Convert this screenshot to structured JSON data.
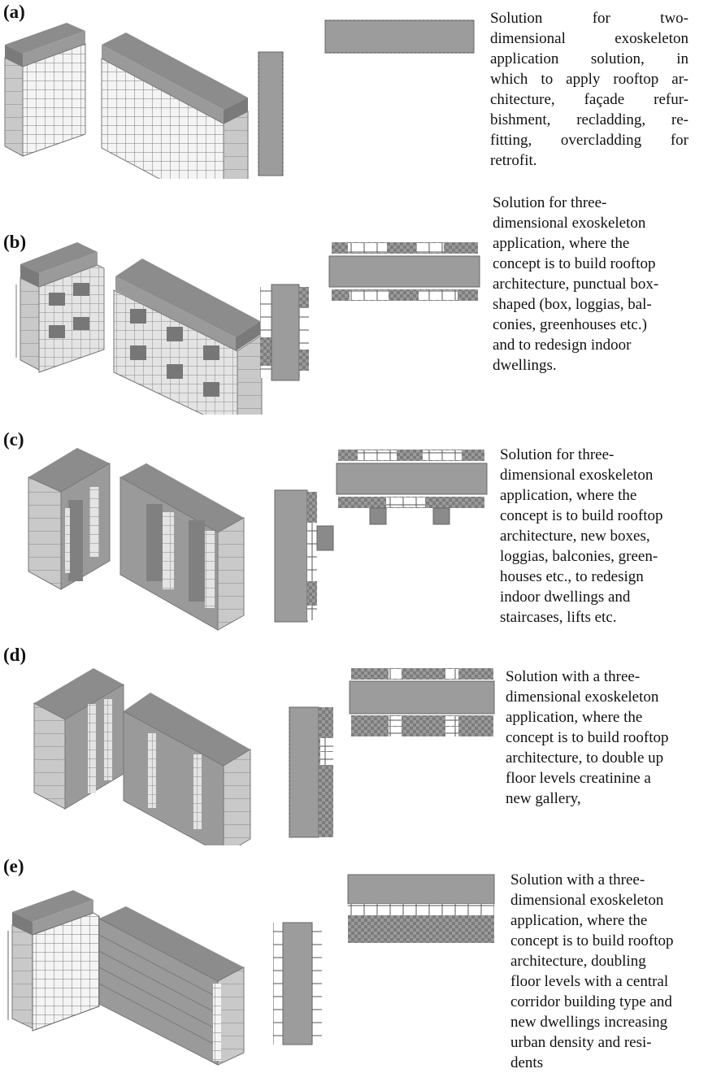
{
  "panels": [
    {
      "id": "a",
      "label": "(a)",
      "description_lines": [
        "Solution for two-",
        "dimensional exoskeleton",
        "application solution, in",
        "which to apply rooftop ar-",
        "chitecture, façade refur-",
        "bishment, recladding, re-",
        "fitting, overcladding for",
        "retrofit."
      ]
    },
    {
      "id": "b",
      "label": "(b)",
      "description_lines": [
        "Solution for three-",
        "dimensional exoskeleton",
        "application, where the",
        "concept is to build rooftop",
        "architecture, punctual box-",
        "shaped (box, loggias, bal-",
        "conies, greenhouses etc.)",
        "and to redesign indoor",
        "dwellings."
      ]
    },
    {
      "id": "c",
      "label": "(c)",
      "description_lines": [
        "Solution for three-",
        "dimensional exoskeleton",
        "application, where the",
        "concept is to build rooftop",
        "architecture, new boxes,",
        "loggias, balconies, green-",
        "houses etc., to redesign",
        "indoor dwellings and",
        "staircases, lifts etc."
      ]
    },
    {
      "id": "d",
      "label": "(d)",
      "description_lines": [
        "Solution with a three-",
        "dimensional exoskeleton",
        "application, where the",
        "concept is to build rooftop",
        "architecture, to double up",
        "floor levels creatinine a",
        "new gallery,"
      ]
    },
    {
      "id": "e",
      "label": "(e)",
      "description_lines": [
        "Solution with a three-",
        "dimensional exoskeleton",
        "application, where the",
        "concept is to build rooftop",
        "architecture, doubling",
        "floor levels with a central",
        "corridor building type and",
        "new dwellings increasing",
        "urban density and resi-",
        "dents"
      ]
    }
  ]
}
